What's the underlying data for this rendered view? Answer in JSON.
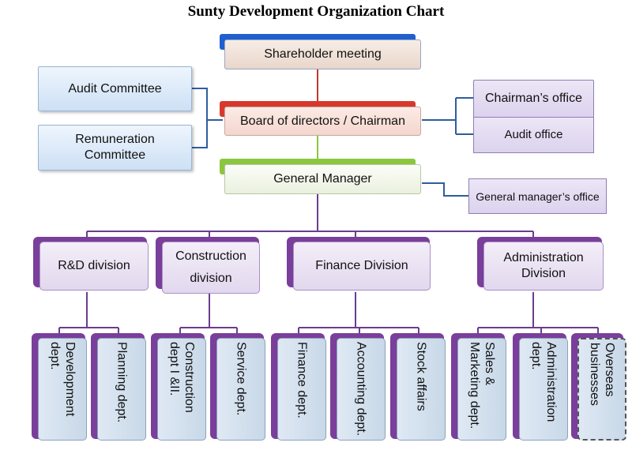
{
  "title": "Sunty Development Organization Chart",
  "top": {
    "shareholder": "Shareholder meeting",
    "board": "Board of directors / Chairman",
    "gm": "General Manager"
  },
  "left": {
    "audit_committee": "Audit Committee",
    "remuneration_committee": "Remuneration Committee"
  },
  "right": {
    "chairmans_office": "Chairman’s office",
    "audit_office": "Audit office",
    "gm_office": "General manager’s office"
  },
  "divisions": [
    {
      "label": "R&D division"
    },
    {
      "label": "Construction division"
    },
    {
      "label": "Finance Division"
    },
    {
      "label": "Administration Division"
    }
  ],
  "departments": [
    {
      "label": "Development dept."
    },
    {
      "label": "Planning dept."
    },
    {
      "label": "Construction dept I &II."
    },
    {
      "label": "Service dept."
    },
    {
      "label": "Finance dept."
    },
    {
      "label": "Accounting dept."
    },
    {
      "label": "Stock affairs"
    },
    {
      "label": "Sales & Marketing dept."
    },
    {
      "label": "Administration dept."
    },
    {
      "label": "Overseas businesses"
    }
  ]
}
